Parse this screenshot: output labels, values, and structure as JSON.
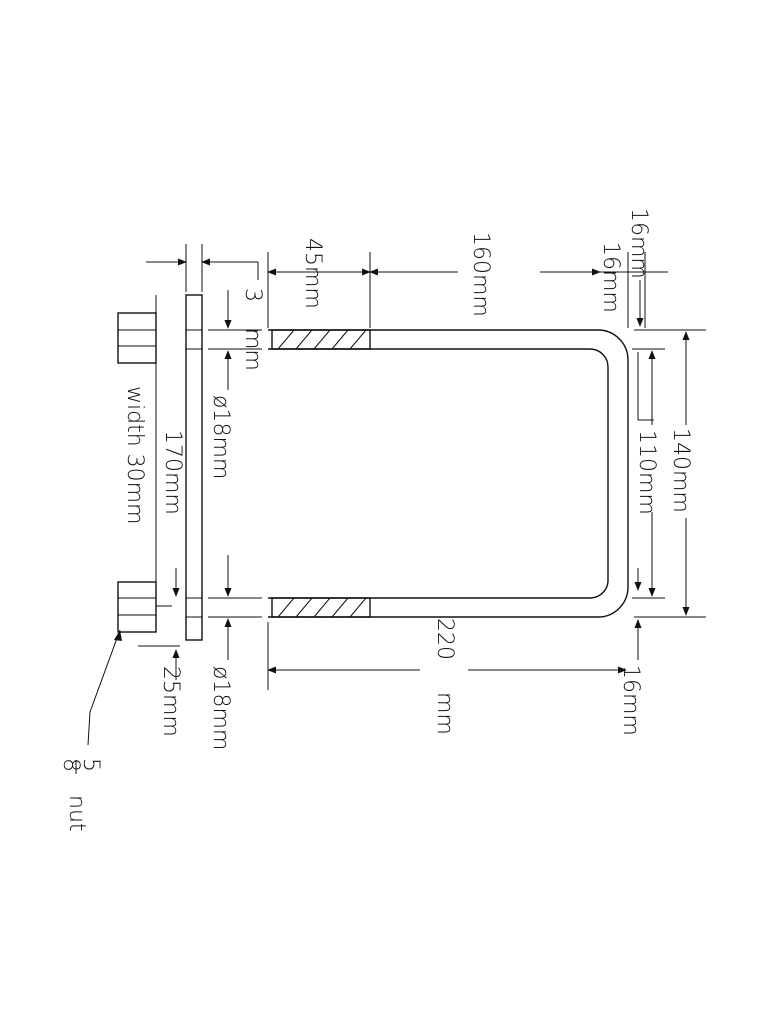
{
  "drawing": {
    "dims": {
      "top_16mm_a": "16mm",
      "top_16mm_b": "16mm",
      "top_160": "160mm",
      "top_45": "45mm",
      "top_3": "3",
      "top_mm": "mm",
      "dia_upper": "ø18mm",
      "dia_lower": "ø18mm",
      "len_170": "170mm",
      "width_30": "width 30mm",
      "len_25": "25mm",
      "right_140": "140mm",
      "right_110": "110mm",
      "right_16": "16mm",
      "len_220": "220",
      "len_220_unit": "mm"
    },
    "nut": {
      "fraction_top": "5",
      "fraction_bottom": "8",
      "label": "nut"
    }
  }
}
